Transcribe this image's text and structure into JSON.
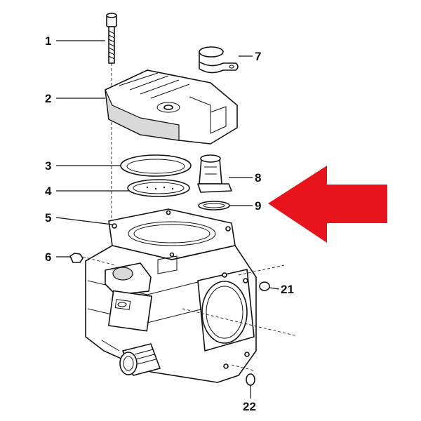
{
  "labels": {
    "l1": "1",
    "l2": "2",
    "l3": "3",
    "l4": "4",
    "l5": "5",
    "l6": "6",
    "l7": "7",
    "l8": "8",
    "l9": "9",
    "l21": "21",
    "l22": "22"
  },
  "colors": {
    "arrow": "#e8141c",
    "ink": "#111111"
  }
}
